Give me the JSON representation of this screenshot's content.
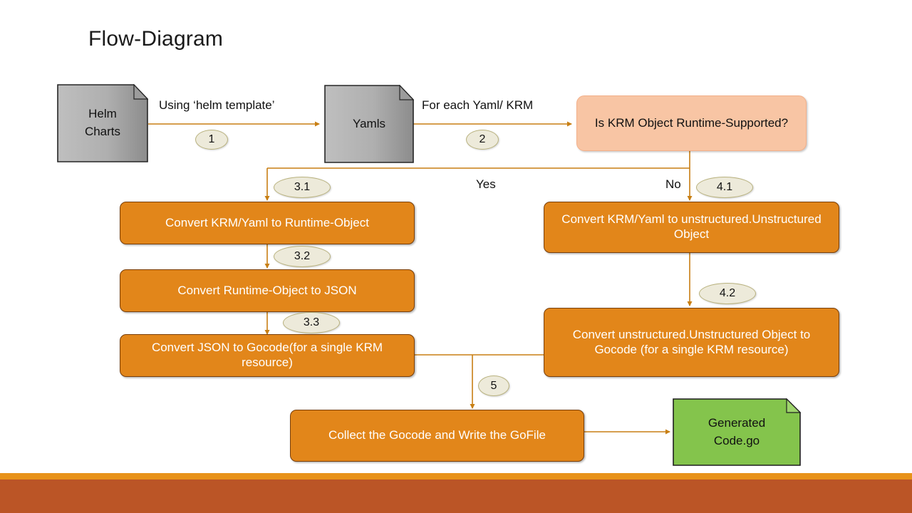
{
  "page_title": "Flow-Diagram",
  "colors": {
    "process_fill": "#E2861A",
    "process_border": "#7A3F0A",
    "decision_fill": "#F8C5A4",
    "document_fill": "#A6A6A6",
    "output_fill": "#84C44C",
    "badge_fill": "#EDEADA",
    "connector": "#C87F14",
    "bottom_stripe": "#E8921A",
    "bottom_band": "#BB5526"
  },
  "nodes": {
    "helm_charts": {
      "label": "Helm\nCharts",
      "shape": "document"
    },
    "yamls": {
      "label": "Yamls",
      "shape": "document"
    },
    "decision": {
      "label": "Is KRM Object Runtime-Supported?",
      "shape": "rounded-decision"
    },
    "step31": {
      "label": "Convert KRM/Yaml to Runtime-Object",
      "shape": "process"
    },
    "step32": {
      "label": "Convert Runtime-Object to JSON",
      "shape": "process"
    },
    "step33": {
      "label": "Convert JSON to Gocode(for a single KRM resource)",
      "shape": "process"
    },
    "step41": {
      "label": "Convert KRM/Yaml to unstructured.Unstructured Object",
      "shape": "process"
    },
    "step42": {
      "label": "Convert unstructured.Unstructured Object to Gocode (for a single KRM resource)",
      "shape": "process"
    },
    "step5": {
      "label": "Collect the Gocode and Write the GoFile",
      "shape": "process"
    },
    "generated": {
      "label": "Generated\nCode.go",
      "shape": "document"
    }
  },
  "edge_labels": {
    "using_helm_template": "Using ‘helm template’",
    "for_each_yaml": "For each Yaml/ KRM",
    "yes": "Yes",
    "no": "No"
  },
  "badges": {
    "b1": "1",
    "b2": "2",
    "b31": "3.1",
    "b32": "3.2",
    "b33": "3.3",
    "b41": "4.1",
    "b42": "4.2",
    "b5": "5"
  }
}
